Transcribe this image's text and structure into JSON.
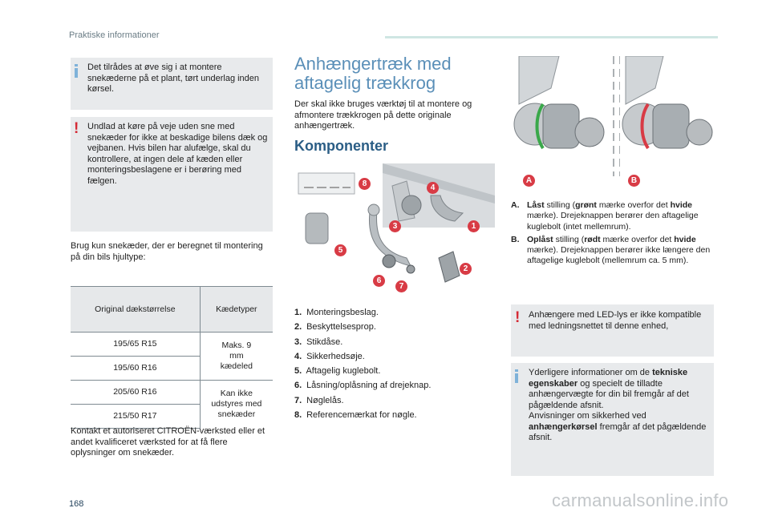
{
  "header": {
    "section": "Praktiske informationer"
  },
  "left": {
    "info_box": "Det tilrådes at øve sig i at montere snekæderne på et plant, tørt underlag inden kørsel.",
    "warning_box": "Undlad at køre på veje uden sne med snekæder for ikke at beskadige bilens dæk og vejbanen. Hvis bilen har alufælge, skal du kontrollere, at ingen dele af kæden eller monteringsbeslagene er i berøring med fælgen.",
    "intro": "Brug kun snekæder, der er beregnet til montering på din bils hjultype:",
    "table": {
      "col1": "Original dækstørrelse",
      "col2": "Kædetyper",
      "sizes": [
        "195/65 R15",
        "195/60 R16",
        "205/60 R16",
        "215/50 R17"
      ],
      "types": [
        "Maks. 9 mm kædeled",
        "Kan ikke udstyres med snekæder"
      ]
    },
    "footer_text": "Kontakt et autoriseret CITROËN-værksted eller et andet kvalificeret værksted for at få flere oplysninger om snekæder."
  },
  "middle": {
    "title_line1": "Anhængertræk med",
    "title_line2": "aftagelig trækkrog",
    "intro": "Der skal ikke bruges værktøj til at montere og afmontere trækkrogen på dette originale anhængertræk.",
    "subtitle": "Komponenter",
    "badges": [
      "8",
      "4",
      "3",
      "1",
      "5",
      "2",
      "6",
      "7"
    ],
    "components": [
      {
        "num": "1.",
        "label": "Monteringsbeslag."
      },
      {
        "num": "2.",
        "label": "Beskyttelsesprop."
      },
      {
        "num": "3.",
        "label": "Stikdåse."
      },
      {
        "num": "4.",
        "label": "Sikkerhedsøje."
      },
      {
        "num": "5.",
        "label": "Aftagelig kuglebolt."
      },
      {
        "num": "6.",
        "label": "Låsning/oplåsning af drejeknap."
      },
      {
        "num": "7.",
        "label": "Nøglelås."
      },
      {
        "num": "8.",
        "label": "Referencemærkat for nøgle."
      }
    ]
  },
  "right": {
    "badge_a": "A",
    "badge_b": "B",
    "item_a": {
      "label": "A.",
      "strong": "Låst",
      "t1": " stilling (",
      "color_word": "grønt",
      "t2": " mærke overfor det ",
      "hvide": "hvide",
      "t3": " mærke). Drejeknappen berører den aftagelige kuglebolt (intet mellemrum)."
    },
    "item_b": {
      "label": "B.",
      "strong": "Oplåst",
      "t1": " stilling (",
      "color_word": "rødt",
      "t2": " mærke overfor det ",
      "hvide": "hvide",
      "t3": " mærke). Drejeknappen berører ikke længere den aftagelige kuglebolt (mellemrum ca. 5 mm)."
    },
    "warning_box": "Anhængere med LED-lys er ikke kompatible med ledningsnettet til denne enhed,",
    "info_box": {
      "t1": "Yderligere informationer om de ",
      "b1": "tekniske egenskaber",
      "t2": " og specielt de tilladte anhængervægte for din bil fremgår af det pågældende afsnit.",
      "t3": "Anvisninger om sikkerhed ved ",
      "b2": "anhængerkørsel",
      "t4": " fremgår af det pågældende afsnit."
    }
  },
  "page_number": "168",
  "watermark": "carmanualsonline.info",
  "colors": {
    "accent": "#d83b45",
    "title": "#5a8fb8",
    "subtitle": "#2a5d85",
    "box_bg": "#e8eaec"
  }
}
